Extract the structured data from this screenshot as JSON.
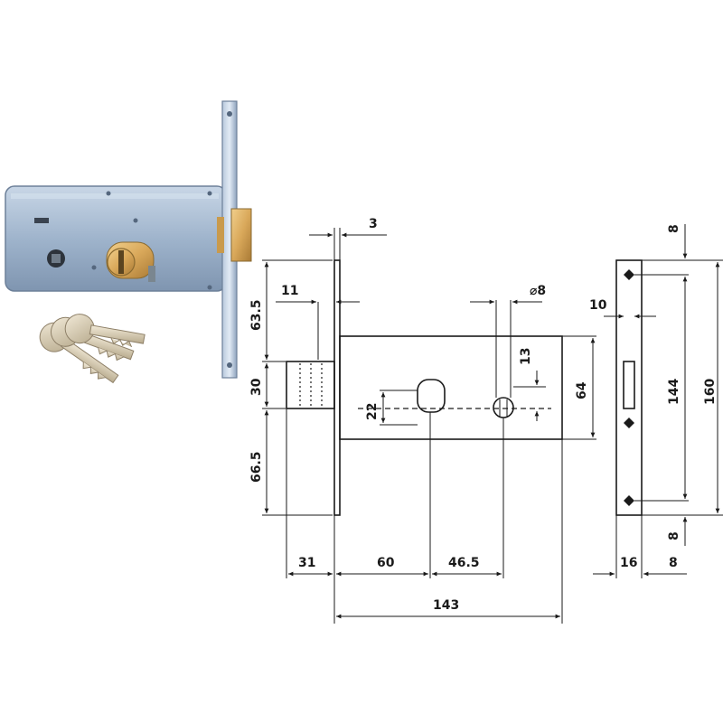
{
  "product": {
    "image": "mortise-lock-with-keys"
  },
  "drawing": {
    "front_view": {
      "dims": {
        "faceplate_thickness": "3",
        "bolt_offset": "11",
        "cylinder_diameter": "⌀8",
        "top": "63.5",
        "bolt_height": "30",
        "bottom": "66.5",
        "follower_height": "22",
        "cylinder_offset": "13",
        "case_height": "64",
        "bolt_projection": "31",
        "backset": "60",
        "spacing": "46.5",
        "case_length": "143"
      }
    },
    "strike_view": {
      "dims": {
        "top_margin": "8",
        "bottom_margin": "8",
        "width": "10",
        "hole_span": "144",
        "total_height": "160",
        "plate_width": "16",
        "side_margin": "8"
      }
    }
  },
  "colors": {
    "steel": "#9fb4cc",
    "brass": "#d9a85a",
    "ink": "#1a1a1a"
  }
}
